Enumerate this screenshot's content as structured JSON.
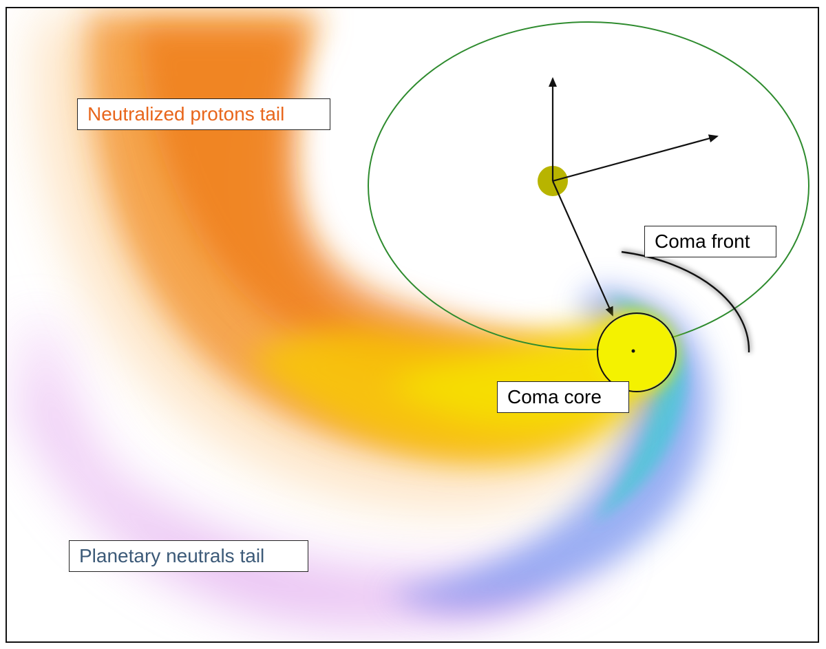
{
  "labels": {
    "neutralized_protons_tail": "Neutralized protons tail",
    "planetary_neutrals_tail": "Planetary neutrals tail",
    "coma_front": "Coma front",
    "coma_core": "Coma core"
  },
  "colors": {
    "neutralized_protons_tail_text": "#E8661C",
    "planetary_neutrals_tail_text": "#3C5A78",
    "coma_label_text": "#000000",
    "orbit": "#2E8B2E",
    "star": "#B8B400",
    "planet_core": "#F2F200",
    "proton_tail_dark": "#F07A10",
    "proton_tail_mid": "#F8A800",
    "neutral_tail_blue": "#6A8CF0",
    "neutral_tail_cyan": "#3CC8D8",
    "neutral_tail_magenta": "#D27AE6",
    "arrow": "#111111"
  }
}
